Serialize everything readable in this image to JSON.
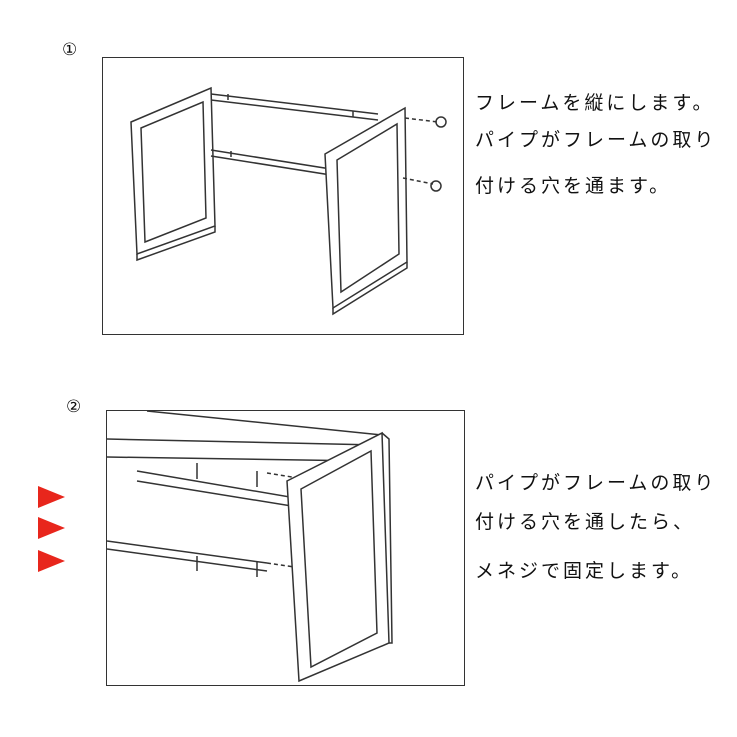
{
  "steps": [
    {
      "number": "①",
      "lines": [
        "フレームを縦にします。",
        "パイプがフレームの取り",
        "付ける穴を通ます。"
      ]
    },
    {
      "number": "②",
      "lines": [
        "パイプがフレームの取り",
        "付ける穴を通したら、",
        "メネジで固定します。"
      ]
    }
  ],
  "colors": {
    "arrow": "#e8261c",
    "line": "#333333"
  },
  "markers": [
    "arrow-right-icon",
    "arrow-right-icon",
    "arrow-right-icon"
  ]
}
